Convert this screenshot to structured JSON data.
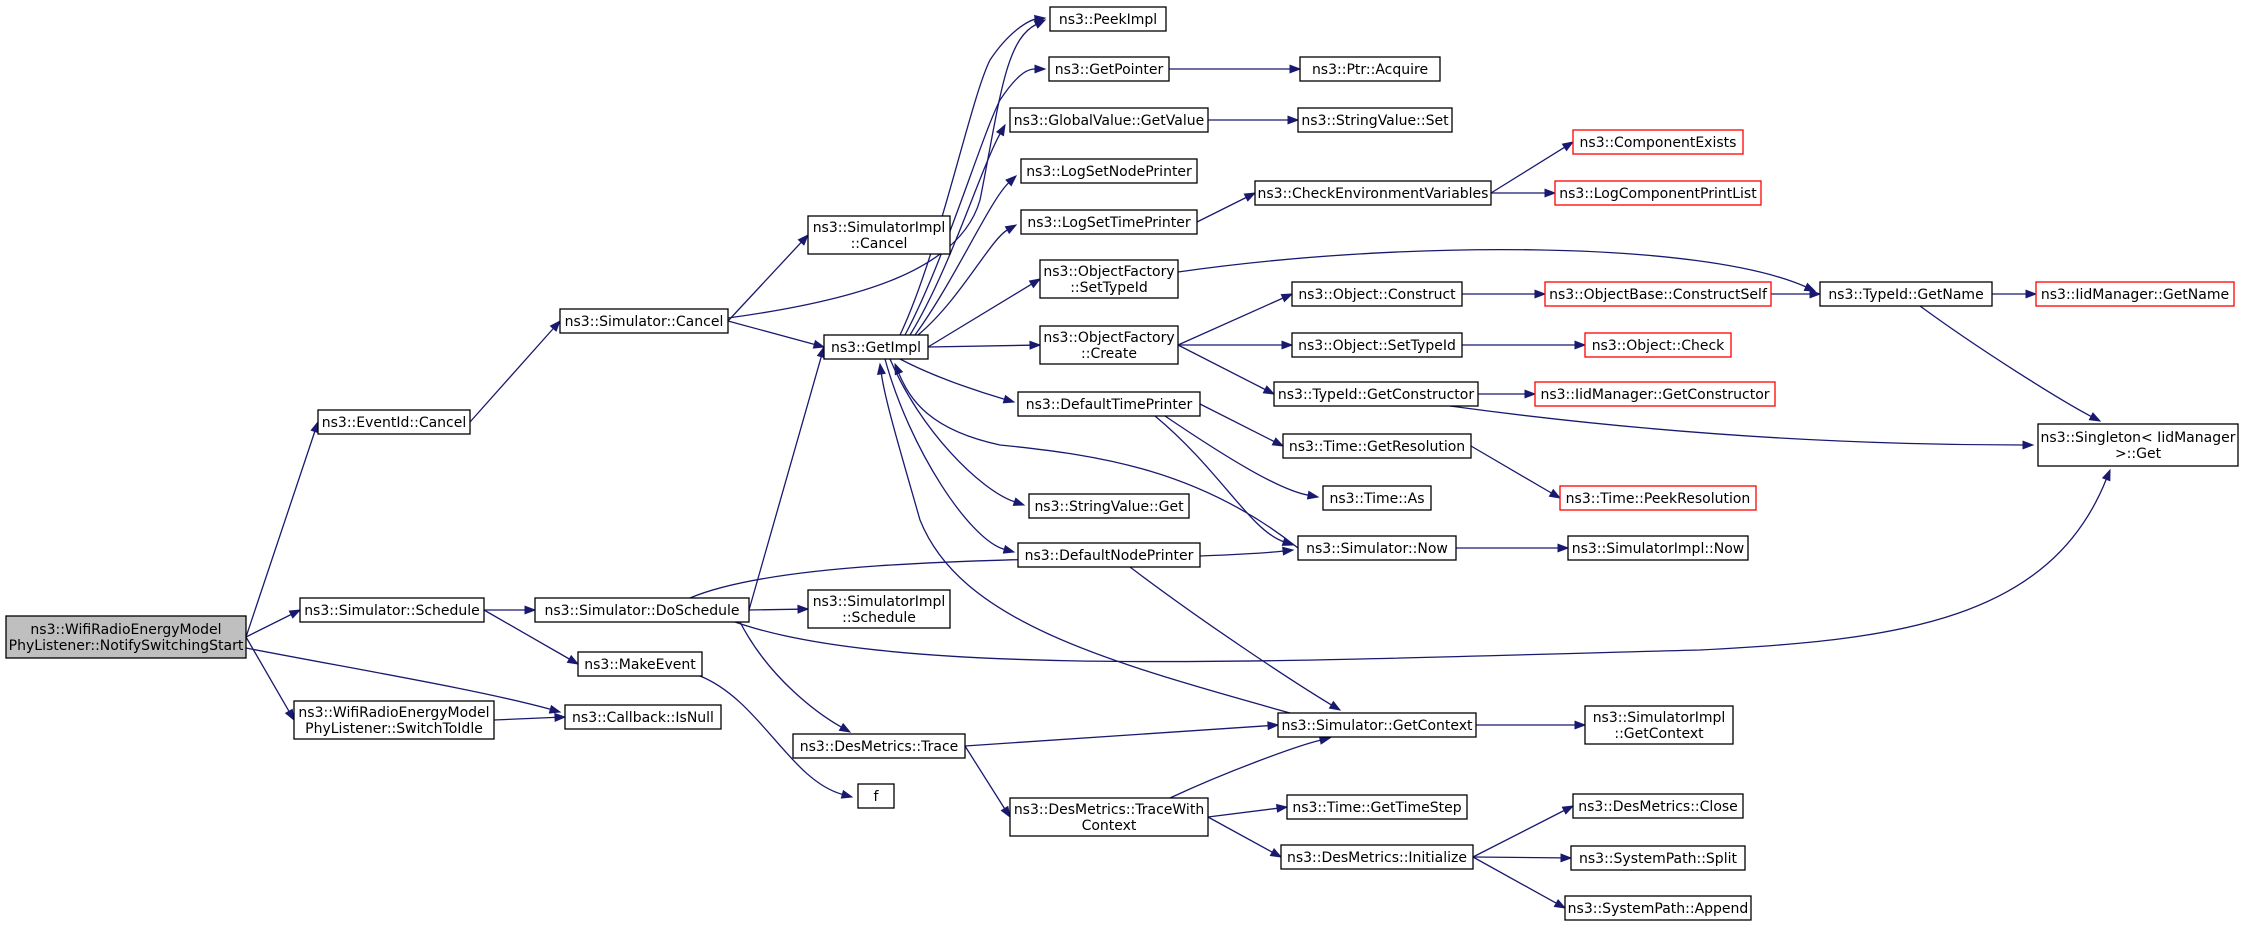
{
  "graph": {
    "edge_color": "#191970",
    "border_color": "#000000",
    "missing_border_color": "#ff0000",
    "root_fill": "#bfbfbf",
    "nodes": [
      {
        "id": "root",
        "lines": [
          "ns3::WifiRadioEnergyModel",
          "PhyListener::NotifySwitchingStart"
        ]
      },
      {
        "id": "eventid_cancel",
        "lines": [
          "ns3::EventId::Cancel"
        ]
      },
      {
        "id": "sim_schedule",
        "lines": [
          "ns3::Simulator::Schedule"
        ]
      },
      {
        "id": "switch_to_idle",
        "lines": [
          "ns3::WifiRadioEnergyModel",
          "PhyListener::SwitchToIdle"
        ]
      },
      {
        "id": "callback_isnull",
        "lines": [
          "ns3::Callback::IsNull"
        ]
      },
      {
        "id": "sim_cancel",
        "lines": [
          "ns3::Simulator::Cancel"
        ]
      },
      {
        "id": "simimpl_cancel",
        "lines": [
          "ns3::SimulatorImpl",
          "::Cancel"
        ]
      },
      {
        "id": "sim_doschedule",
        "lines": [
          "ns3::Simulator::DoSchedule"
        ]
      },
      {
        "id": "makeevent",
        "lines": [
          "ns3::MakeEvent"
        ]
      },
      {
        "id": "simimpl_schedule",
        "lines": [
          "ns3::SimulatorImpl",
          "::Schedule"
        ]
      },
      {
        "id": "desmetrics_trace",
        "lines": [
          "ns3::DesMetrics::Trace"
        ]
      },
      {
        "id": "f",
        "lines": [
          "f"
        ]
      },
      {
        "id": "getimpl",
        "lines": [
          "ns3::GetImpl"
        ]
      },
      {
        "id": "peekimpl",
        "lines": [
          "ns3::PeekImpl"
        ]
      },
      {
        "id": "getpointer",
        "lines": [
          "ns3::GetPointer"
        ]
      },
      {
        "id": "globalvalue_getvalue",
        "lines": [
          "ns3::GlobalValue::GetValue"
        ]
      },
      {
        "id": "logsetnodeprinter",
        "lines": [
          "ns3::LogSetNodePrinter"
        ]
      },
      {
        "id": "logsettimeprinter",
        "lines": [
          "ns3::LogSetTimePrinter"
        ]
      },
      {
        "id": "of_settypeid",
        "lines": [
          "ns3::ObjectFactory",
          "::SetTypeId"
        ]
      },
      {
        "id": "of_create",
        "lines": [
          "ns3::ObjectFactory",
          "::Create"
        ]
      },
      {
        "id": "defaulttimeprinter",
        "lines": [
          "ns3::DefaultTimePrinter"
        ]
      },
      {
        "id": "stringvalue_get",
        "lines": [
          "ns3::StringValue::Get"
        ]
      },
      {
        "id": "defaultnodeprinter",
        "lines": [
          "ns3::DefaultNodePrinter"
        ]
      },
      {
        "id": "ptr_acquire",
        "lines": [
          "ns3::Ptr::Acquire"
        ]
      },
      {
        "id": "stringvalue_set",
        "lines": [
          "ns3::StringValue::Set"
        ]
      },
      {
        "id": "checkenv",
        "lines": [
          "ns3::CheckEnvironmentVariables"
        ]
      },
      {
        "id": "object_construct",
        "lines": [
          "ns3::Object::Construct"
        ]
      },
      {
        "id": "object_settypeid",
        "lines": [
          "ns3::Object::SetTypeId"
        ]
      },
      {
        "id": "typeid_getconstructor",
        "lines": [
          "ns3::TypeId::GetConstructor"
        ]
      },
      {
        "id": "time_getresolution",
        "lines": [
          "ns3::Time::GetResolution"
        ]
      },
      {
        "id": "time_as",
        "lines": [
          "ns3::Time::As"
        ]
      },
      {
        "id": "sim_now",
        "lines": [
          "ns3::Simulator::Now"
        ]
      },
      {
        "id": "sim_getcontext",
        "lines": [
          "ns3::Simulator::GetContext"
        ]
      },
      {
        "id": "tracewithcontext",
        "lines": [
          "ns3::DesMetrics::TraceWith",
          "Context"
        ]
      },
      {
        "id": "time_gettimestep",
        "lines": [
          "ns3::Time::GetTimeStep"
        ]
      },
      {
        "id": "desmetrics_initialize",
        "lines": [
          "ns3::DesMetrics::Initialize"
        ]
      },
      {
        "id": "componentexists",
        "lines": [
          "ns3::ComponentExists"
        ],
        "missing": true
      },
      {
        "id": "logcomponentprintlist",
        "lines": [
          "ns3::LogComponentPrintList"
        ],
        "missing": true
      },
      {
        "id": "objectbase_constructself",
        "lines": [
          "ns3::ObjectBase::ConstructSelf"
        ],
        "missing": true
      },
      {
        "id": "object_check",
        "lines": [
          "ns3::Object::Check"
        ],
        "missing": true
      },
      {
        "id": "iidmanager_getconstructor",
        "lines": [
          "ns3::IidManager::GetConstructor"
        ],
        "missing": true
      },
      {
        "id": "time_peekresolution",
        "lines": [
          "ns3::Time::PeekResolution"
        ],
        "missing": true
      },
      {
        "id": "simimpl_now",
        "lines": [
          "ns3::SimulatorImpl::Now"
        ]
      },
      {
        "id": "simimpl_getcontext",
        "lines": [
          "ns3::SimulatorImpl",
          "::GetContext"
        ]
      },
      {
        "id": "desmetrics_close",
        "lines": [
          "ns3::DesMetrics::Close"
        ]
      },
      {
        "id": "systempath_split",
        "lines": [
          "ns3::SystemPath::Split"
        ]
      },
      {
        "id": "systempath_append",
        "lines": [
          "ns3::SystemPath::Append"
        ]
      },
      {
        "id": "typeid_getname",
        "lines": [
          "ns3::TypeId::GetName"
        ]
      },
      {
        "id": "iidmanager_getname",
        "lines": [
          "ns3::IidManager::GetName"
        ],
        "missing": true
      },
      {
        "id": "singleton_get",
        "lines": [
          "ns3::Singleton< IidManager",
          " >::Get"
        ]
      }
    ],
    "edges": [
      [
        "root",
        "eventid_cancel"
      ],
      [
        "root",
        "sim_schedule"
      ],
      [
        "root",
        "switch_to_idle"
      ],
      [
        "root",
        "callback_isnull"
      ],
      [
        "eventid_cancel",
        "sim_cancel"
      ],
      [
        "sim_cancel",
        "simimpl_cancel"
      ],
      [
        "sim_cancel",
        "getimpl"
      ],
      [
        "sim_cancel",
        "peekimpl"
      ],
      [
        "sim_schedule",
        "sim_doschedule"
      ],
      [
        "sim_schedule",
        "makeevent"
      ],
      [
        "switch_to_idle",
        "callback_isnull"
      ],
      [
        "sim_doschedule",
        "getimpl"
      ],
      [
        "sim_doschedule",
        "simimpl_schedule"
      ],
      [
        "sim_doschedule",
        "desmetrics_trace"
      ],
      [
        "sim_doschedule",
        "sim_now"
      ],
      [
        "sim_doschedule",
        "singleton_get"
      ],
      [
        "makeevent",
        "f"
      ],
      [
        "getimpl",
        "peekimpl"
      ],
      [
        "getimpl",
        "getpointer"
      ],
      [
        "getimpl",
        "globalvalue_getvalue"
      ],
      [
        "getimpl",
        "logsetnodeprinter"
      ],
      [
        "getimpl",
        "logsettimeprinter"
      ],
      [
        "getimpl",
        "of_settypeid"
      ],
      [
        "getimpl",
        "of_create"
      ],
      [
        "getimpl",
        "defaulttimeprinter"
      ],
      [
        "getimpl",
        "stringvalue_get"
      ],
      [
        "getimpl",
        "defaultnodeprinter"
      ],
      [
        "getpointer",
        "ptr_acquire"
      ],
      [
        "globalvalue_getvalue",
        "stringvalue_set"
      ],
      [
        "logsettimeprinter",
        "checkenv"
      ],
      [
        "checkenv",
        "componentexists"
      ],
      [
        "checkenv",
        "logcomponentprintlist"
      ],
      [
        "of_settypeid",
        "typeid_getname"
      ],
      [
        "of_create",
        "object_construct"
      ],
      [
        "of_create",
        "object_settypeid"
      ],
      [
        "of_create",
        "typeid_getconstructor"
      ],
      [
        "object_construct",
        "objectbase_constructself"
      ],
      [
        "objectbase_constructself",
        "typeid_getname"
      ],
      [
        "object_settypeid",
        "object_check"
      ],
      [
        "typeid_getconstructor",
        "iidmanager_getconstructor"
      ],
      [
        "typeid_getconstructor",
        "singleton_get"
      ],
      [
        "typeid_getname",
        "iidmanager_getname"
      ],
      [
        "typeid_getname",
        "singleton_get"
      ],
      [
        "defaulttimeprinter",
        "time_getresolution"
      ],
      [
        "defaulttimeprinter",
        "time_as"
      ],
      [
        "defaulttimeprinter",
        "sim_now"
      ],
      [
        "time_getresolution",
        "time_peekresolution"
      ],
      [
        "sim_now",
        "getimpl"
      ],
      [
        "sim_now",
        "simimpl_now"
      ],
      [
        "defaultnodeprinter",
        "sim_getcontext"
      ],
      [
        "desmetrics_trace",
        "sim_getcontext"
      ],
      [
        "desmetrics_trace",
        "tracewithcontext"
      ],
      [
        "sim_getcontext",
        "getimpl"
      ],
      [
        "sim_getcontext",
        "simimpl_getcontext"
      ],
      [
        "tracewithcontext",
        "sim_getcontext"
      ],
      [
        "tracewithcontext",
        "time_gettimestep"
      ],
      [
        "tracewithcontext",
        "desmetrics_initialize"
      ],
      [
        "desmetrics_initialize",
        "desmetrics_close"
      ],
      [
        "desmetrics_initialize",
        "systempath_split"
      ],
      [
        "desmetrics_initialize",
        "systempath_append"
      ]
    ]
  }
}
